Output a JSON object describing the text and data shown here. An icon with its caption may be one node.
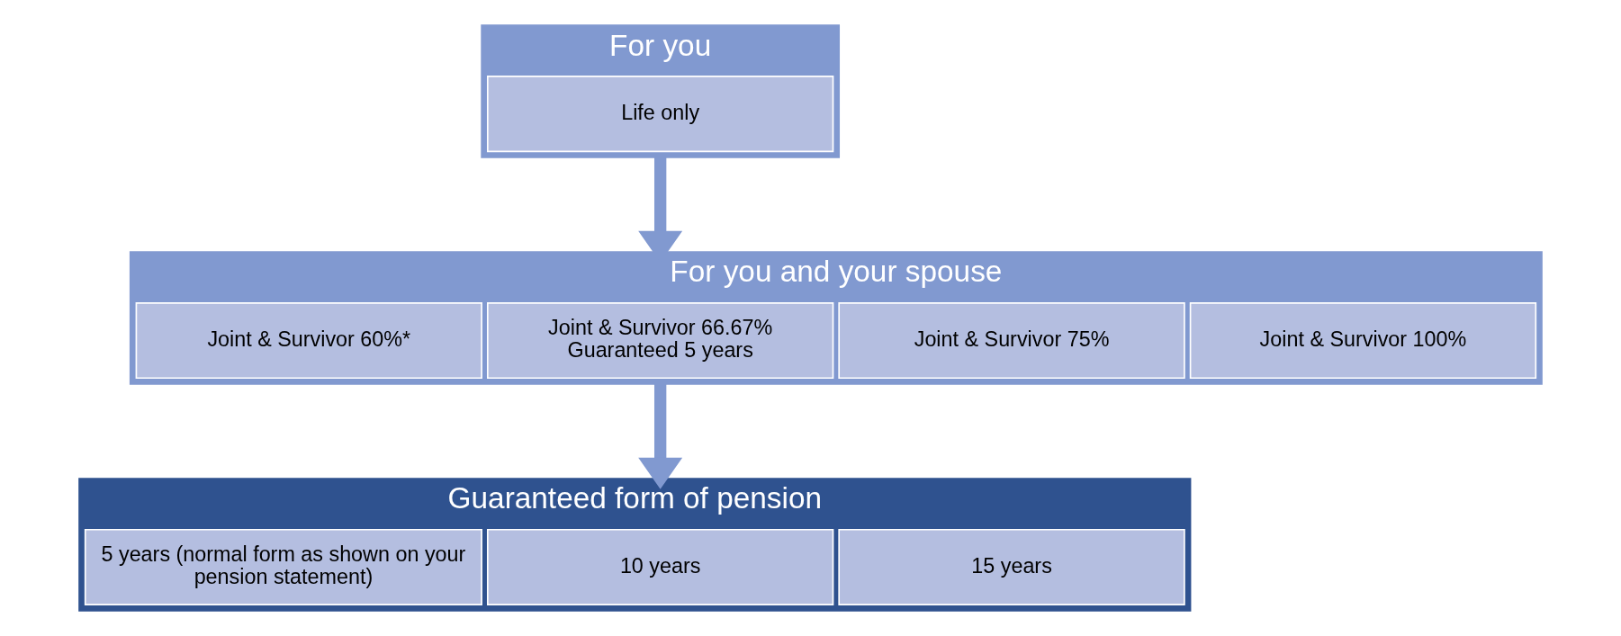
{
  "diagram": {
    "nodes": [
      {
        "text": [
          "For you"
        ]
      },
      {
        "text": [
          "Life only"
        ],
        "in": 0
      },
      {
        "text": [
          "For you and your spouse"
        ]
      },
      {
        "text": [
          "Joint & Survivor 60%*"
        ],
        "in": 2
      },
      {
        "text": [
          "Joint & Survivor 66.67% Guaranteed 5 years"
        ],
        "in": 2
      },
      {
        "text": [
          "Joint & Survivor 75%"
        ],
        "in": 2
      },
      {
        "text": [
          "Joint & Survivor 100%"
        ],
        "in": 2
      },
      {
        "text": [
          "Guaranteed form of pension"
        ]
      },
      {
        "text": [
          "5 years (normal form as shown on your pension statement)"
        ],
        "in": 7
      },
      {
        "text": [
          "10 years"
        ],
        "in": 7
      },
      {
        "text": [
          "15 years"
        ],
        "in": 7
      }
    ],
    "edges": [
      {
        "from": 0,
        "to": 2,
        "arrow": "to"
      },
      {
        "from": 2,
        "to": 7,
        "arrow": "to"
      }
    ]
  }
}
